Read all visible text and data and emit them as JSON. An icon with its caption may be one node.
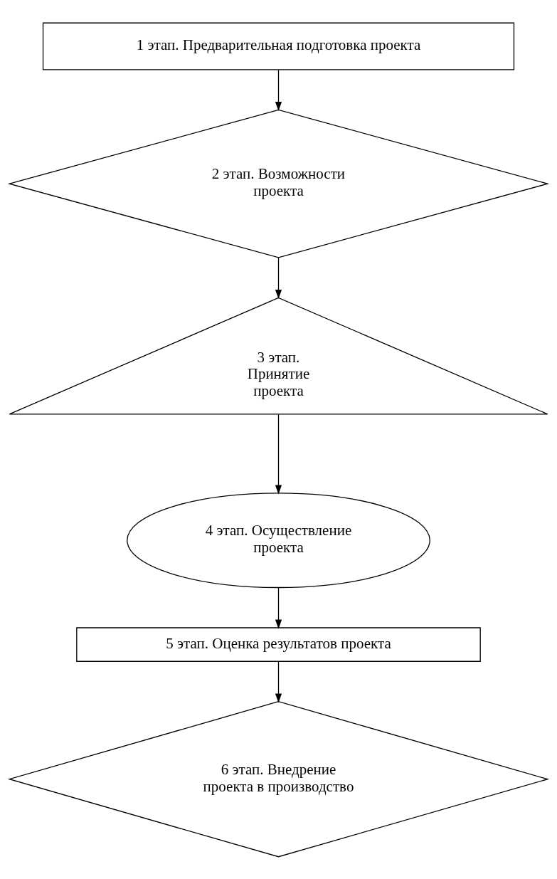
{
  "diagram": {
    "nodes": [
      {
        "text": [
          "1 этап. Предварительная подготовка проекта"
        ]
      },
      {
        "text": [
          "2 этап. Возможности проекта"
        ]
      },
      {
        "text": [
          "3 этап. Принятие проекта"
        ]
      },
      {
        "text": [
          "4 этап. Осуществление проекта"
        ]
      },
      {
        "text": [
          "5 этап. Оценка результатов проекта"
        ]
      },
      {
        "text": [
          "6 этап. Внедрение проекта в производство"
        ]
      }
    ],
    "edges": [
      {
        "from": 0,
        "to": 1,
        "arrow": "to"
      },
      {
        "from": 1,
        "to": 2,
        "arrow": "to"
      },
      {
        "from": 2,
        "to": 3,
        "arrow": "to"
      },
      {
        "from": 3,
        "to": 4,
        "arrow": "to"
      },
      {
        "from": 4,
        "to": 5,
        "arrow": "to"
      }
    ]
  }
}
